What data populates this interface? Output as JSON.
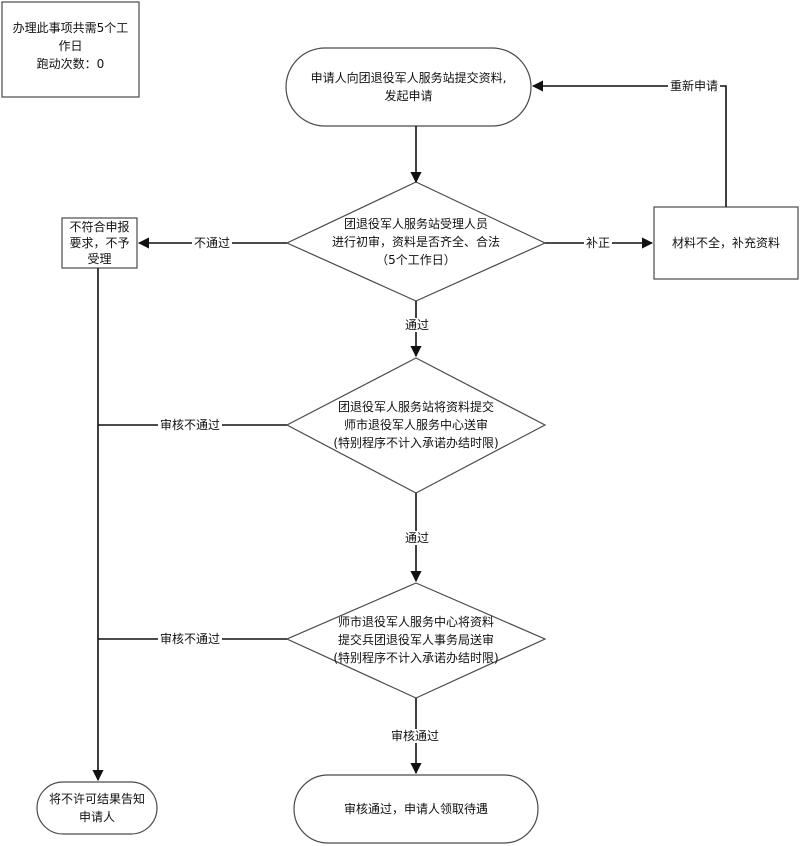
{
  "note": {
    "line1": "办理此事项共需5个工",
    "line2": "作日",
    "line3": "跑动次数：0"
  },
  "nodes": {
    "start": {
      "line1": "申请人向团退役军人服务站提交资料,",
      "line2": "发起申请"
    },
    "review1": {
      "line1": "团退役军人服务站受理人员",
      "line2": "进行初审，资料是否齐全、合法",
      "line3": "（5个工作日）"
    },
    "reject": {
      "line1": "不符合申报",
      "line2": "要求，不予",
      "line3": "受理"
    },
    "supplement": {
      "text": "材料不全，补充资料"
    },
    "review2": {
      "line1": "团退役军人服务站将资料提交",
      "line2": "师市退役军人服务中心送审",
      "line3": "(特别程序不计入承诺办结时限)"
    },
    "review3": {
      "line1": "师市退役军人服务中心将资料",
      "line2": "提交兵团退役军人事务局送审",
      "line3": "(特别程序不计入承诺办结时限)"
    },
    "end": {
      "text": "审核通过，申请人领取待遇"
    },
    "notify": {
      "line1": "将不许可结果告知",
      "line2": "申请人"
    }
  },
  "labels": {
    "reapply": "重新申请",
    "not_pass": "不通过",
    "correct": "补正",
    "pass1": "通过",
    "pass2": "通过",
    "audit_fail1": "审核不通过",
    "audit_fail2": "审核不通过",
    "audit_pass": "审核通过"
  }
}
